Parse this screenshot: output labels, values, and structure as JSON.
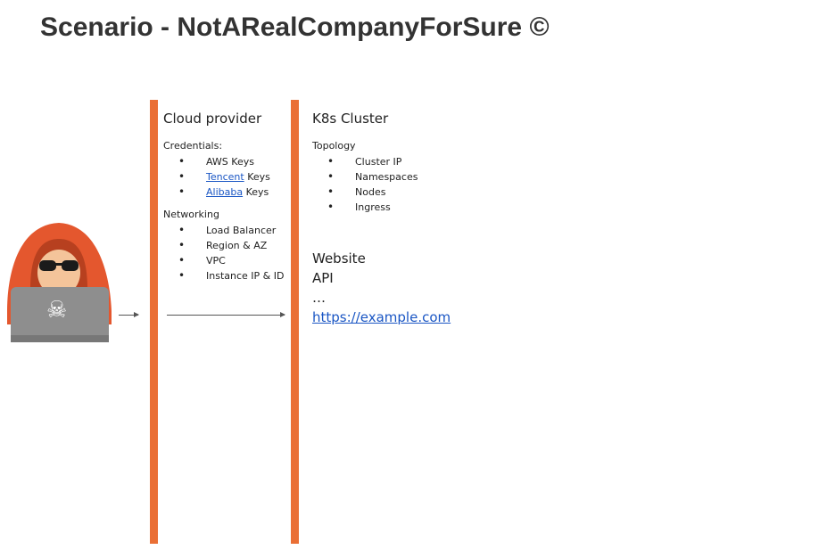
{
  "slide": {
    "title": "Scenario - NotARealCompanyForSure ©"
  },
  "cloud": {
    "heading": "Cloud provider",
    "credentials_label": "Credentials:",
    "credentials": [
      {
        "prefix": "",
        "link": "",
        "suffix": "AWS Keys"
      },
      {
        "prefix": "",
        "link": "Tencent",
        "suffix": " Keys"
      },
      {
        "prefix": "",
        "link": "Alibaba",
        "suffix": " Keys"
      }
    ],
    "networking_label": "Networking",
    "networking": [
      "Load Balancer",
      "Region & AZ",
      "VPC",
      "Instance IP & ID"
    ]
  },
  "k8s": {
    "heading": "K8s Cluster",
    "topology_label": "Topology",
    "topology": [
      "Cluster IP",
      "Namespaces",
      "Nodes",
      "Ingress"
    ],
    "extra": [
      "Website",
      "API",
      "…"
    ],
    "url": "https://example.com"
  },
  "colors": {
    "bar": "#ea6f35",
    "hood": "#e4572e",
    "laptop": "#8e8e8e",
    "link": "#1a56c4"
  },
  "icons": {
    "attacker": "hooded-hacker-icon",
    "laptop_symbol": "skull-crossbones-icon"
  }
}
